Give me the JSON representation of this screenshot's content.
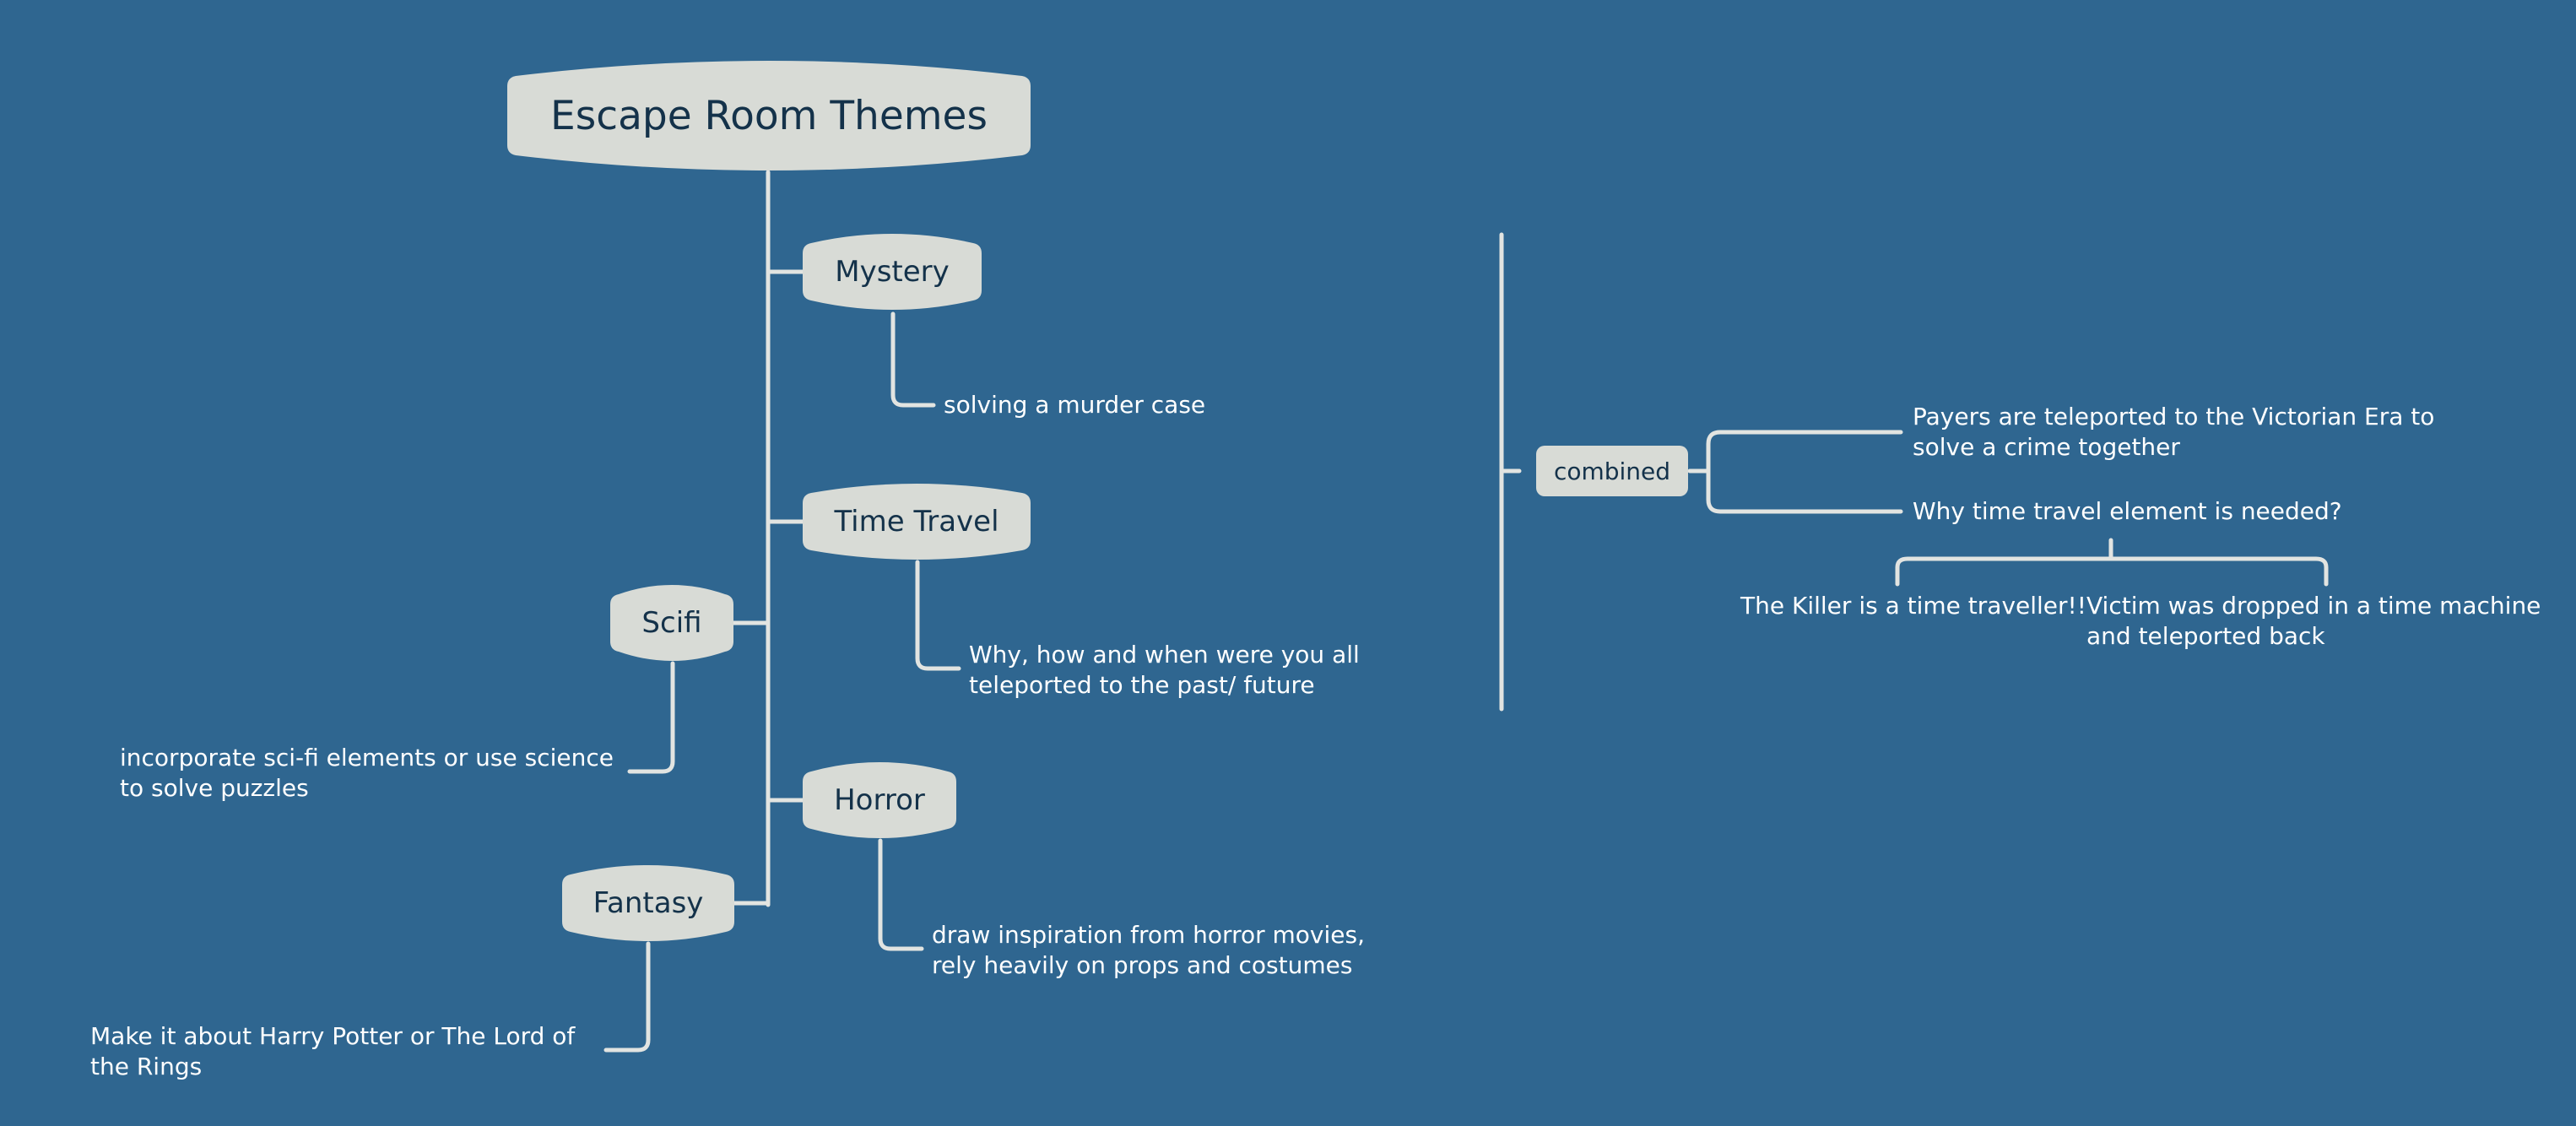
{
  "diagram": {
    "root": "Escape Room Themes",
    "topics": {
      "mystery": {
        "label": "Mystery",
        "note": "solving a murder case"
      },
      "time_travel": {
        "label": "Time Travel",
        "note": "Why, how and when were you all teleported to the past/ future"
      },
      "scifi": {
        "label": "Scifi",
        "note": "incorporate sci-fi elements or use science to solve puzzles"
      },
      "horror": {
        "label": "Horror",
        "note": "draw inspiration from horror movies, rely heavily on props and costumes"
      },
      "fantasy": {
        "label": "Fantasy",
        "note": "Make it about Harry Potter or The Lord of the Rings"
      }
    },
    "combined": {
      "label": "combined",
      "idea": "Payers are teleported to the Victorian Era to solve a crime together",
      "question": "Why time travel element is needed?",
      "answers": [
        "The Killer is a time traveller!!",
        "Victim was dropped in a time machine and teleported back"
      ]
    }
  },
  "colors": {
    "background": "#2f6690",
    "node_fill": "#d8dbd6",
    "node_text": "#14324a",
    "line": "#e2e4e1",
    "note_text": "#ffffff"
  }
}
